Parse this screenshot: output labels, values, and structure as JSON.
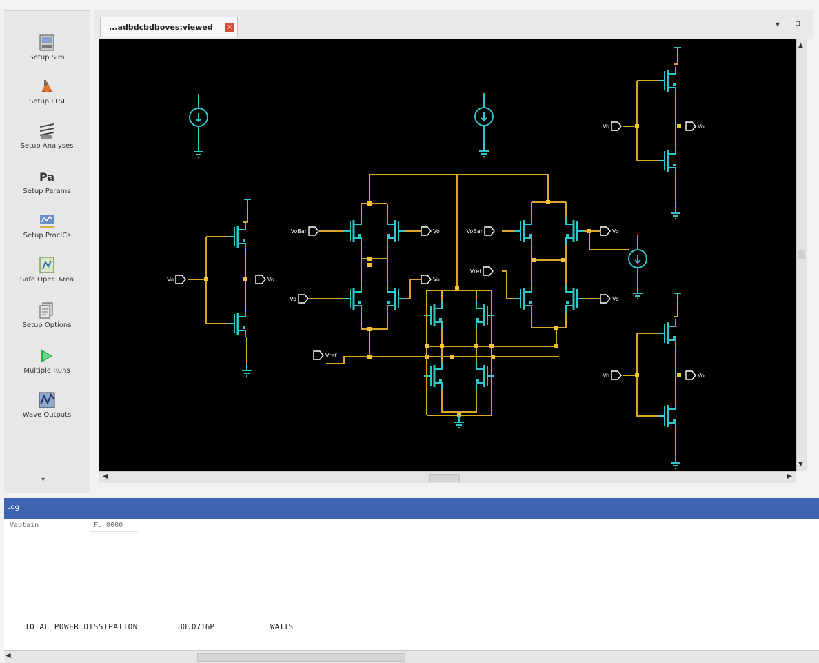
{
  "editor": {
    "tab_title": "...adbdcbdboves:viewed",
    "tab_close": "×",
    "menu_glyph": "▾",
    "restore_glyph": "▫"
  },
  "toolbar": {
    "items": [
      {
        "label": "Setup Sim",
        "icon": "sim-icon"
      },
      {
        "label": "Setup LTSI",
        "icon": "ltsi-icon"
      },
      {
        "label": "Setup Analyses",
        "icon": "analyses-icon"
      },
      {
        "label": "Setup Params",
        "icon": "params-icon",
        "glyph": "Pa"
      },
      {
        "label": "Setup ProcICs",
        "icon": "procics-icon"
      },
      {
        "label": "Safe Oper. Area",
        "icon": "soa-icon"
      },
      {
        "label": "Setup Options",
        "icon": "options-icon"
      },
      {
        "label": "Multiple Runs",
        "icon": "runs-icon"
      },
      {
        "label": "Wave Outputs",
        "icon": "wave-icon"
      }
    ],
    "more": "▾"
  },
  "schematic": {
    "pin_labels": {
      "in_a": "VoBar",
      "in_b": "Vo",
      "out": "Vo",
      "vref": "Vref",
      "short": "Vo"
    },
    "colors": {
      "background": "#000000",
      "wire": "#d9a62a",
      "device": "#2ec6c6",
      "node": "#f2c531"
    }
  },
  "log": {
    "title": "Log",
    "line1_key": "Vaptain",
    "line1_val": "F. 0000",
    "power_label": "TOTAL POWER DISSIPATION",
    "power_value": "80.0716P",
    "power_unit": "WATTS"
  }
}
